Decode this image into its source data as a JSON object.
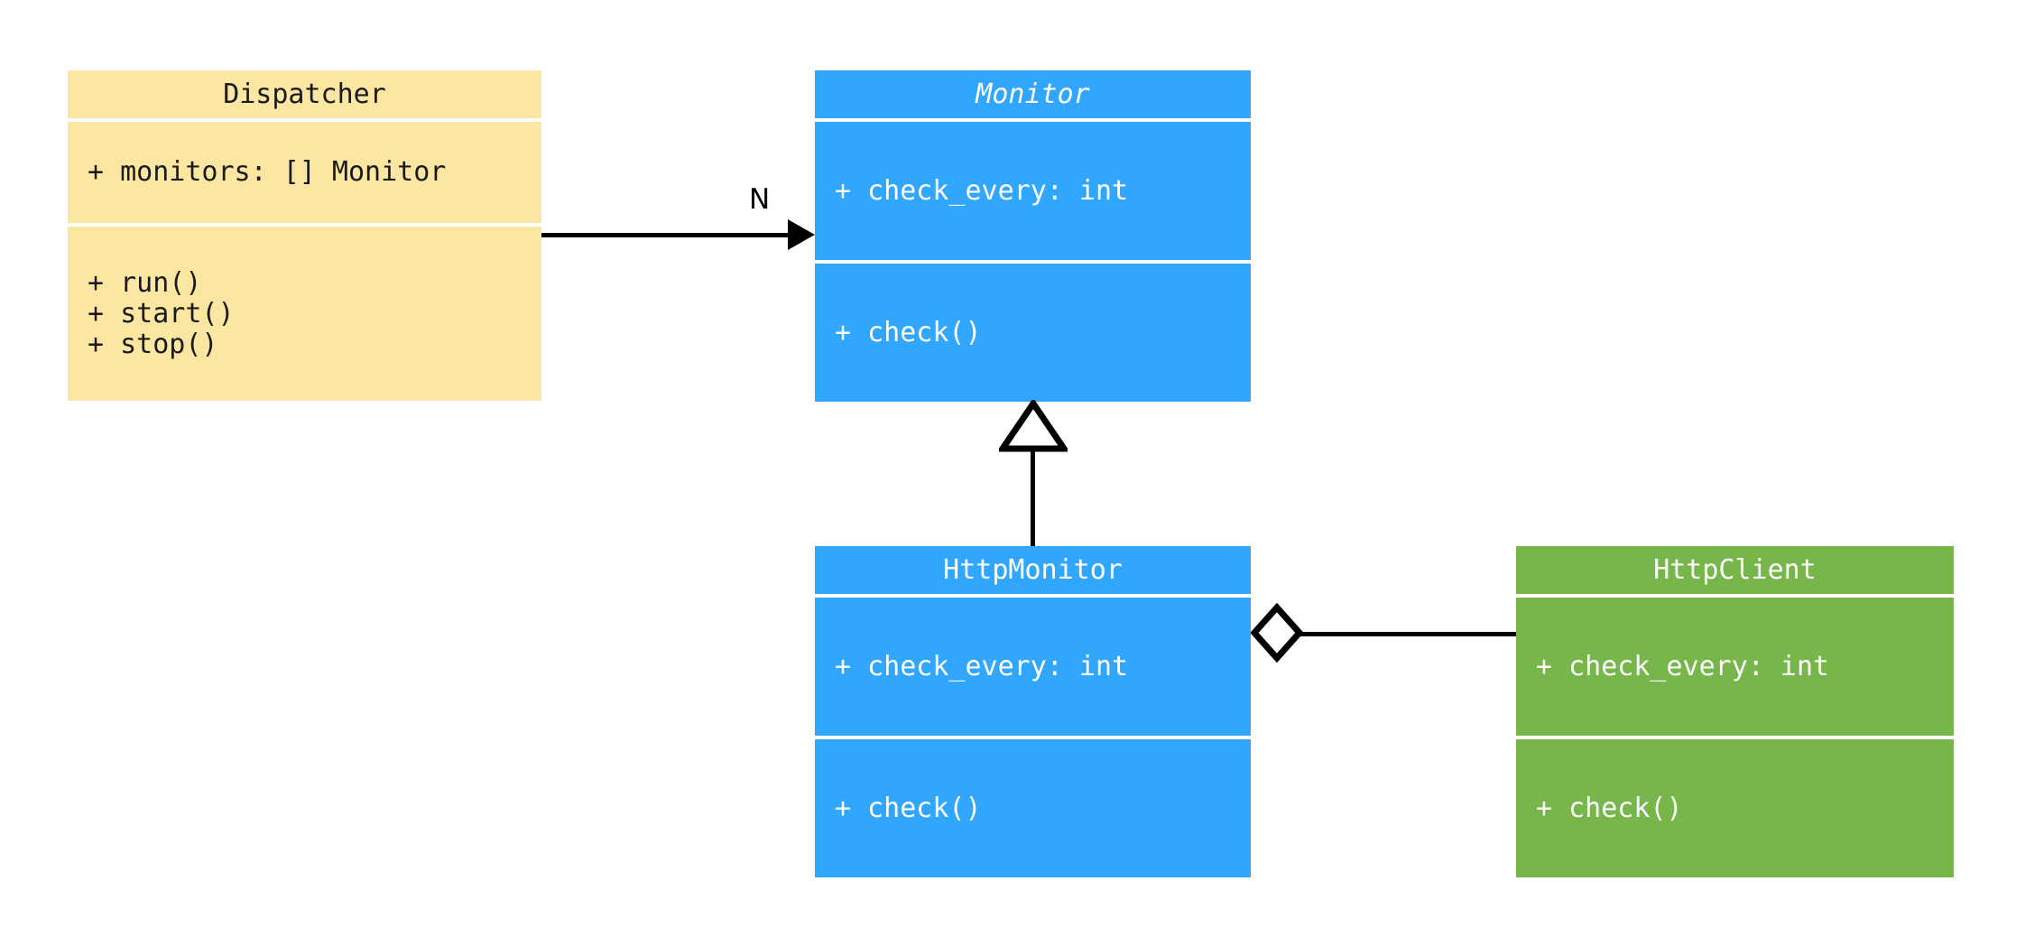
{
  "diagram": {
    "type": "uml-class-diagram",
    "background": "#ffffff",
    "colors": {
      "dispatcher_fill": "#fbe6a2",
      "monitor_fill": "#30a6fc",
      "httpmonitor_fill": "#30a6fc",
      "httpclient_fill": "#76b64b",
      "line": "#000000",
      "light_text": "#ffffff",
      "dark_text": "#1a1a1a"
    }
  },
  "classes": {
    "dispatcher": {
      "name": "Dispatcher",
      "abstract": false,
      "attributes": [
        "+ monitors: [] Monitor"
      ],
      "methods": [
        "+ run()",
        "+ start()",
        "+ stop()"
      ]
    },
    "monitor": {
      "name": "Monitor",
      "abstract": true,
      "attributes": [
        "+ check_every: int"
      ],
      "methods": [
        "+ check()"
      ]
    },
    "http_monitor": {
      "name": "HttpMonitor",
      "abstract": false,
      "attributes": [
        "+ check_every: int"
      ],
      "methods": [
        "+ check()"
      ]
    },
    "http_client": {
      "name": "HttpClient",
      "abstract": false,
      "attributes": [
        "+ check_every: int"
      ],
      "methods": [
        "+ check()"
      ]
    }
  },
  "relations": {
    "dispatcher_to_monitor": {
      "kind": "association",
      "from": "Dispatcher",
      "to": "Monitor",
      "multiplicity_label": "N"
    },
    "httpmonitor_to_monitor": {
      "kind": "generalization",
      "from": "HttpMonitor",
      "to": "Monitor",
      "multiplicity_label": ""
    },
    "httpmonitor_to_httpclient": {
      "kind": "aggregation",
      "from": "HttpMonitor",
      "to": "HttpClient",
      "multiplicity_label": ""
    }
  }
}
